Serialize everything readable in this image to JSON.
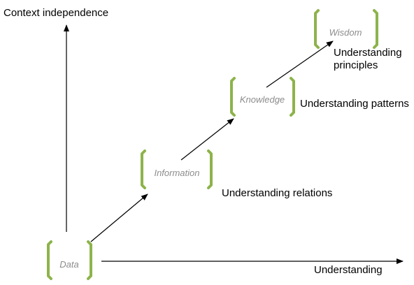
{
  "axes": {
    "y_label": "Context independence",
    "x_label": "Understanding"
  },
  "stages": [
    {
      "label": "Data"
    },
    {
      "label": "Information",
      "description": "Understanding relations"
    },
    {
      "label": "Knowledge",
      "description": "Understanding patterns"
    },
    {
      "label": "Wisdom",
      "description_line1": "Understanding",
      "description_line2": "principles"
    }
  ],
  "colors": {
    "bracket": "#8db34a",
    "stage_text": "#8c8c8c",
    "text": "#000000"
  }
}
